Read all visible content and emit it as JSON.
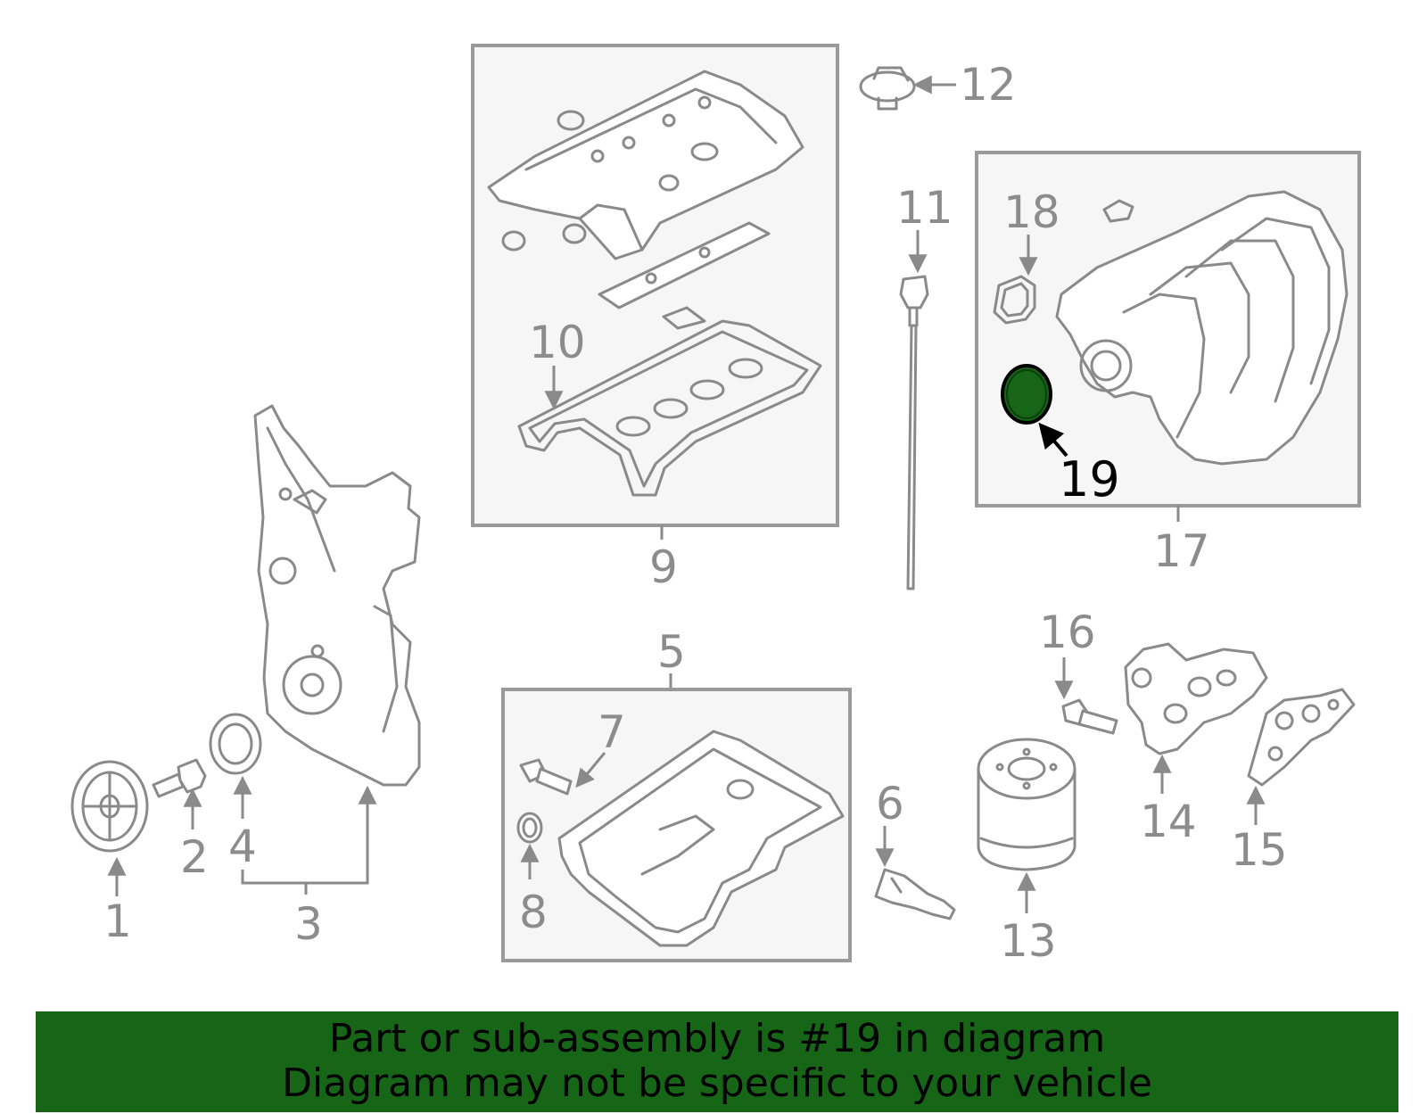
{
  "diagram": {
    "highlight_color": "#176617",
    "labels": [
      "1",
      "2",
      "3",
      "4",
      "5",
      "6",
      "7",
      "8",
      "9",
      "10",
      "11",
      "12",
      "13",
      "14",
      "15",
      "16",
      "17",
      "18",
      "19"
    ],
    "highlighted_part": "19"
  },
  "banner": {
    "line1": "Part or sub-assembly is #19 in diagram",
    "line2": "Diagram may not be specific to your vehicle",
    "background": "#176617"
  }
}
